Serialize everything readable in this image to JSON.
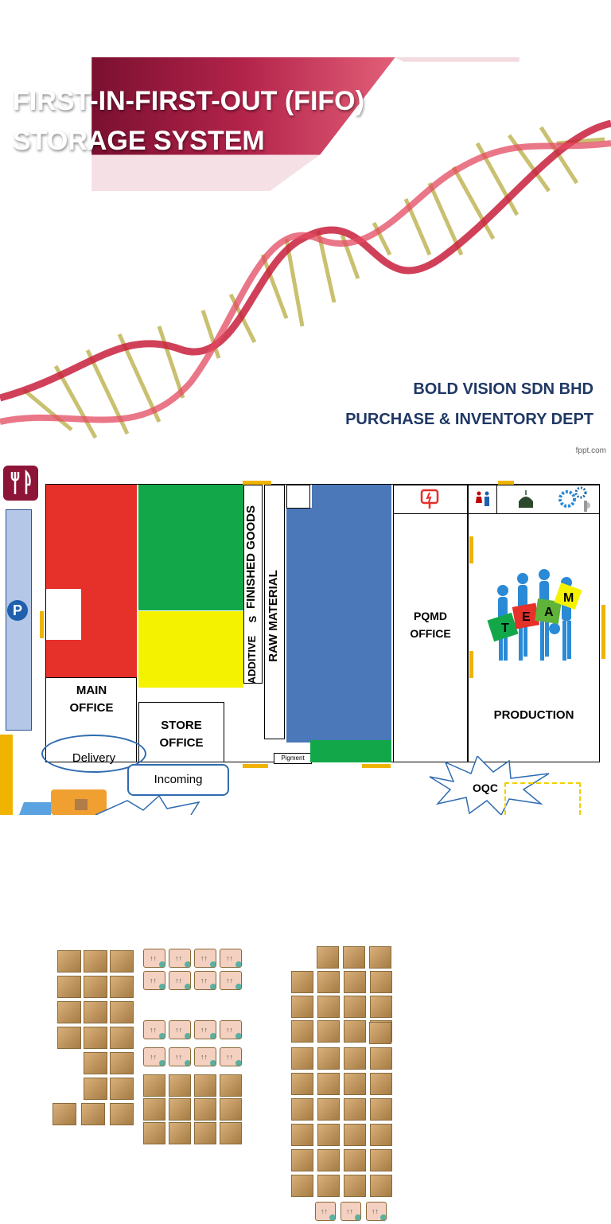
{
  "slide": {
    "title_line1": "FIRST-IN-FIRST-OUT (FIFO)",
    "title_line2": "STORAGE SYSTEM",
    "company_line1": "BOLD VISION SDN BHD",
    "company_line2": "PURCHASE & INVENTORY DEPT",
    "watermark": "fppt.com",
    "colors": {
      "banner_dark": "#8c1538",
      "banner_light": "#e8c4cc",
      "text_blue": "#1f3864"
    }
  },
  "floorplan": {
    "icons": {
      "canteen": "fork-knife-icon",
      "parking": "parking-icon",
      "pqmd": "safety-sign-icon",
      "toilet": "toilet-icon",
      "prayer": "mosque-icon",
      "production_gear": "gears-icon",
      "team": "team-puzzle-icon",
      "truck": "delivery-truck-icon"
    },
    "parking_label": "P",
    "finished_goods_label": "FINISHED GOODS",
    "finished_goods_suffix": "S",
    "additive_label": "ADDITIVE",
    "raw_material_label": "RAW MATERIAL",
    "pqmd_office_line1": "PQMD",
    "pqmd_office_line2": "OFFICE",
    "main_office_line1": "MAIN",
    "main_office_line2": "OFFICE",
    "store_office_line1": "STORE",
    "store_office_line2": "OFFICE",
    "production_label": "PRODUCTION",
    "delivery_label": "Delivery",
    "incoming_label": "Incoming",
    "pigment_label": "Pigment",
    "oqc_label": "OQC",
    "team_letters": [
      "T",
      "E",
      "A",
      "M"
    ],
    "colors": {
      "red_zone": "#e6312a",
      "green_zone": "#12a84a",
      "yellow_zone": "#f5f200",
      "blue_zone": "#4a78b8",
      "door": "#f0b400"
    }
  }
}
